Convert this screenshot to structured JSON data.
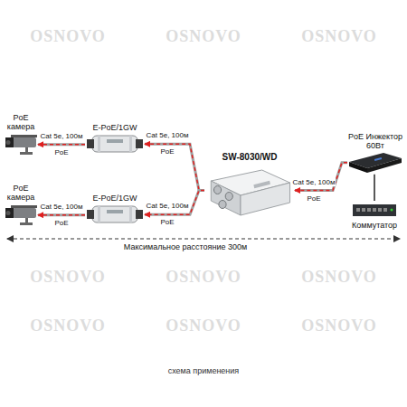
{
  "diagram": {
    "caption": "схема применения",
    "nodes": [
      {
        "text": [
          "PoE камера"
        ]
      },
      {
        "text": [
          "E-PoE/1GW"
        ]
      },
      {
        "text": [
          "PoE камера"
        ]
      },
      {
        "text": [
          "E-PoE/1GW"
        ]
      },
      {
        "text": [
          "SW-8030/WD"
        ]
      },
      {
        "text": [
          "PoE Инжектор 60Вт"
        ]
      },
      {
        "text": [
          "Коммутатор"
        ]
      }
    ],
    "edges": [
      {
        "from": 1,
        "to": 0,
        "label": "Cat 5e, 100м",
        "arrow": "to"
      },
      {
        "from": 4,
        "to": 1,
        "label": "Cat 5e, 100м",
        "arrow": "to"
      },
      {
        "from": 3,
        "to": 2,
        "label": "Cat 5e, 100м",
        "arrow": "to"
      },
      {
        "from": 4,
        "to": 3,
        "label": "Cat 5e, 100м",
        "arrow": "to"
      },
      {
        "from": 5,
        "to": 4,
        "label": "Cat 5e, 100м",
        "arrow": "to"
      },
      {
        "from": 6,
        "to": 5,
        "arrow": "none"
      }
    ],
    "labels": [
      "PoE",
      "PoE",
      "PoE",
      "PoE",
      "PoE",
      "Максимальное расстояние 300м",
      "OSNOVO",
      "OSNOVO",
      "OSNOVO",
      "OSNOVO",
      "OSNOVO",
      "OSNOVO",
      "OSNOVO",
      "OSNOVO",
      "OSNOVO"
    ]
  }
}
